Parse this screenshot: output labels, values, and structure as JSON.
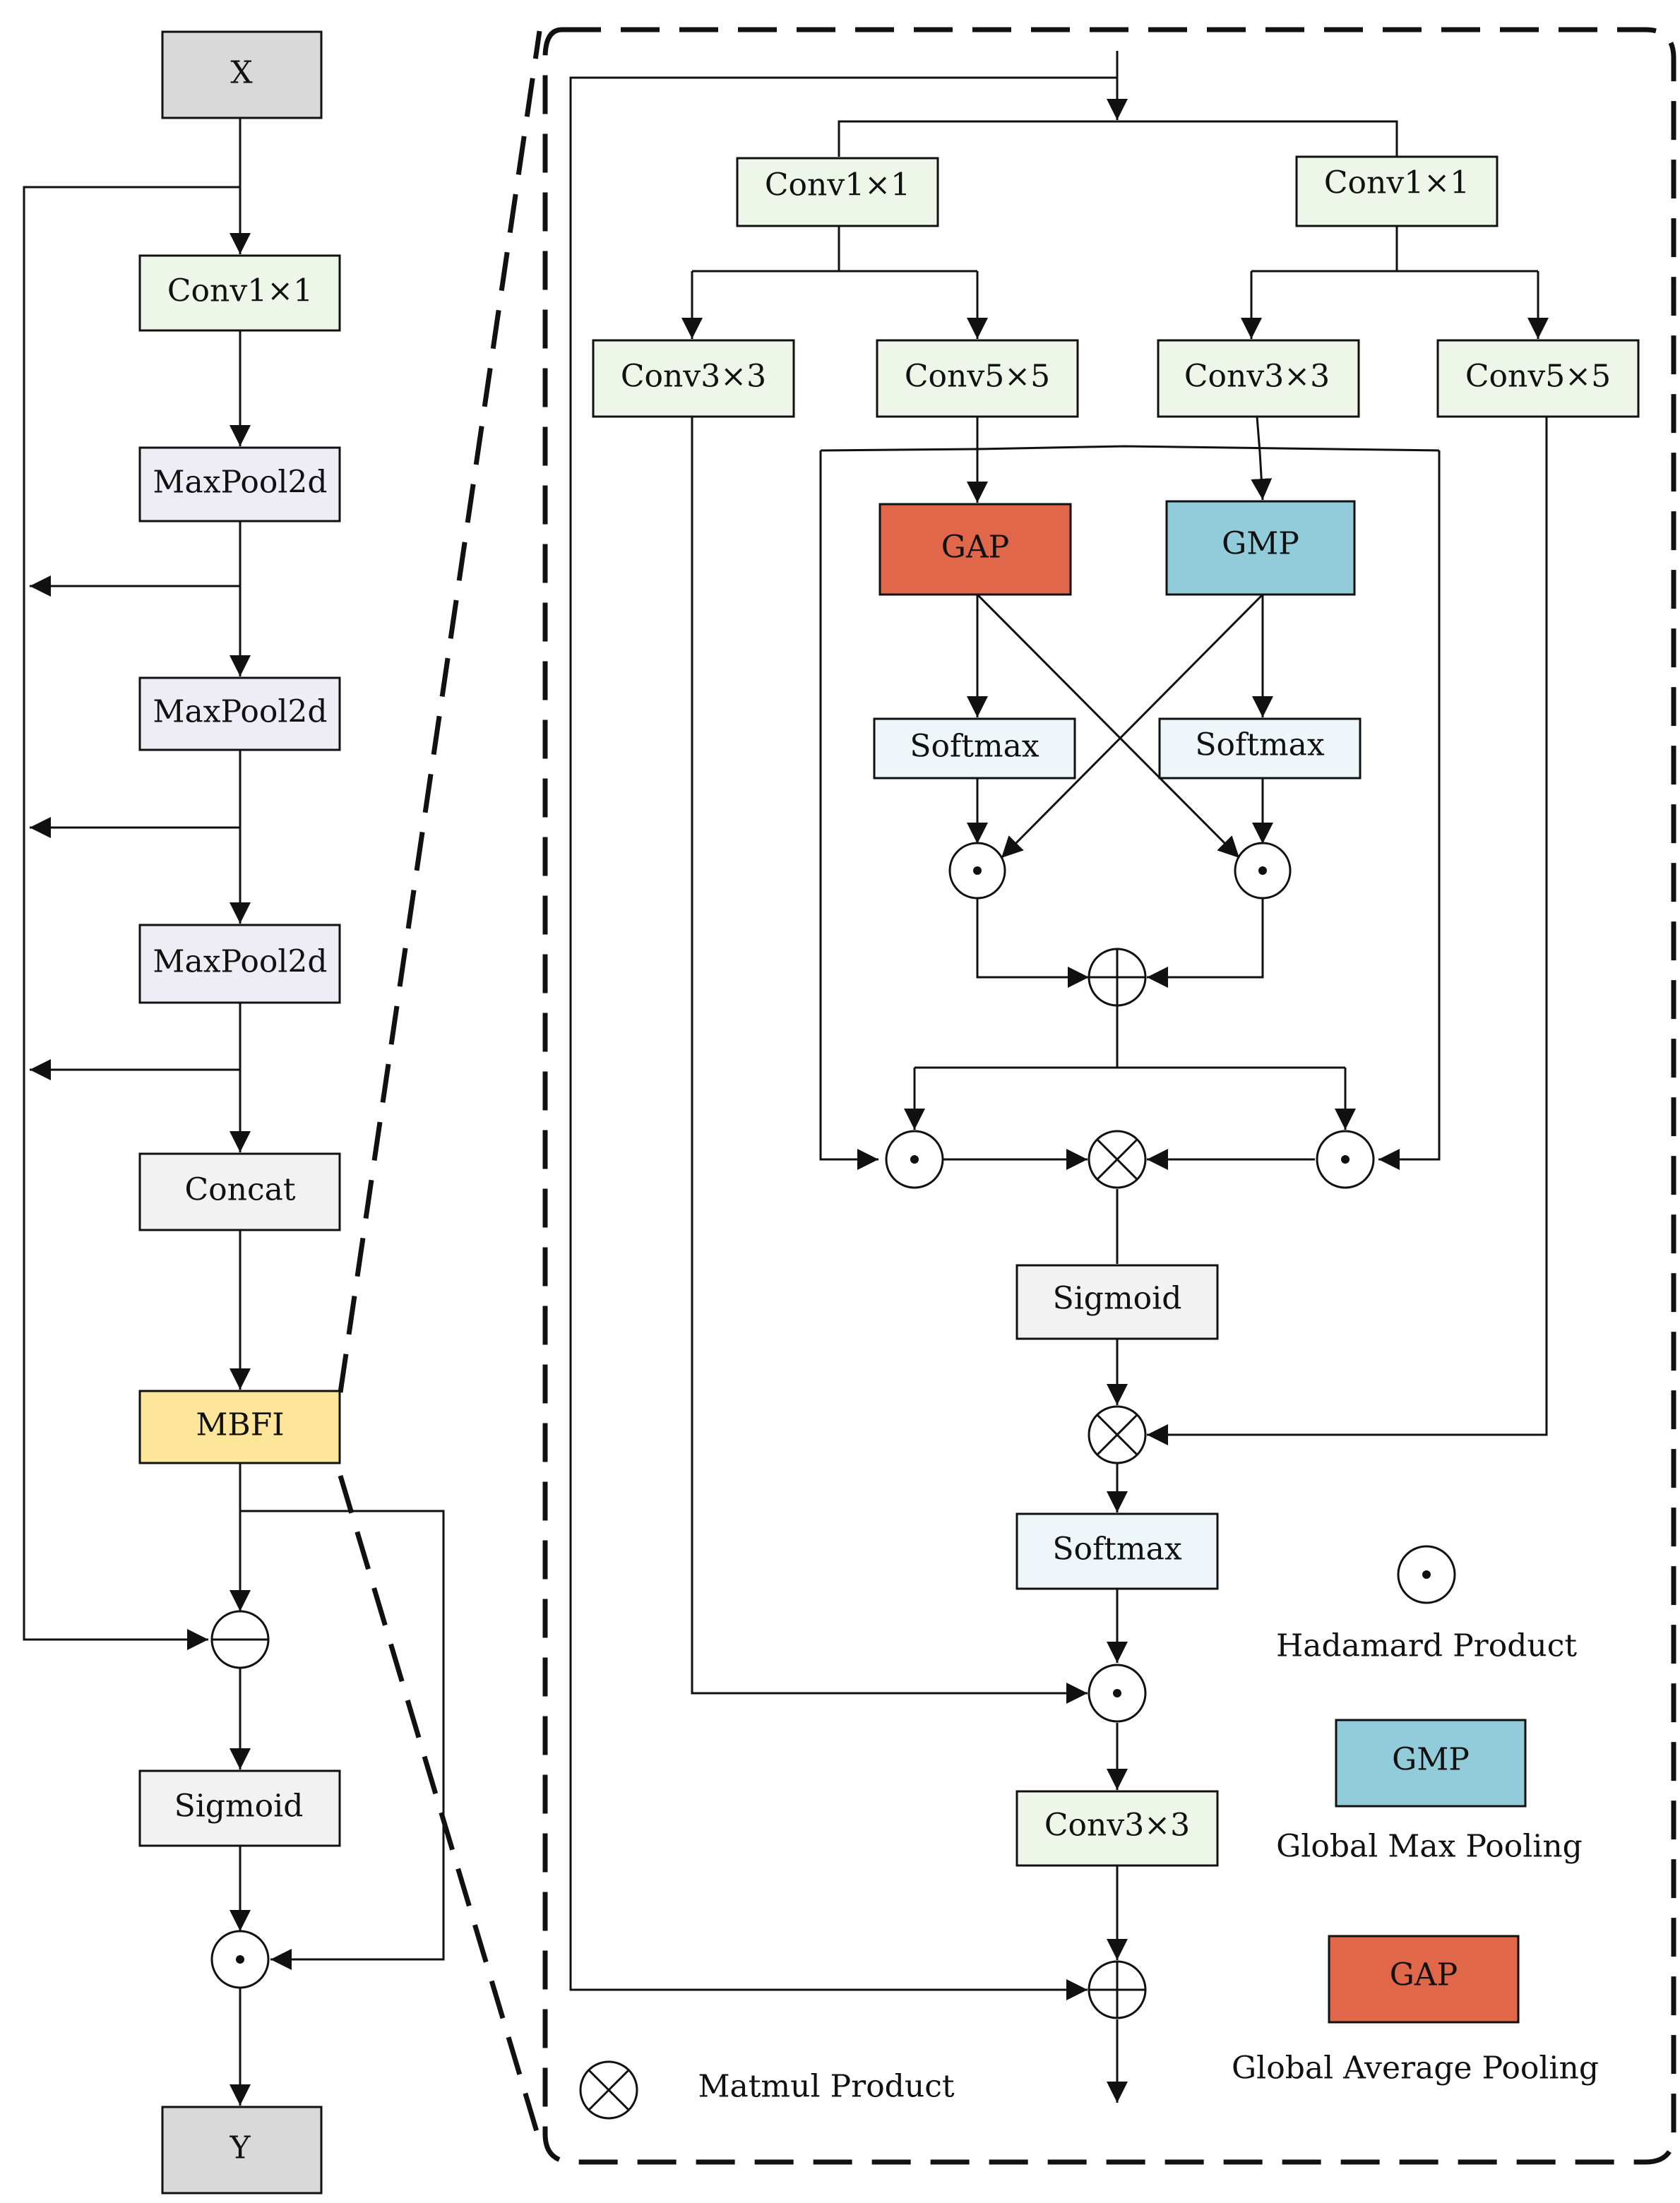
{
  "colors": {
    "gray": "#d9d9d9",
    "green": "#eef6e9",
    "lavender": "#eeedf6",
    "light_gray": "#f2f2f2",
    "yellow": "#fde699",
    "red": "#e0674a",
    "blue": "#92cbd9",
    "softmax": "#eef6f9",
    "stroke": "#111111"
  },
  "left": {
    "x": "X",
    "conv1": "Conv1×1",
    "maxpool1": "MaxPool2d",
    "maxpool2": "MaxPool2d",
    "maxpool3": "MaxPool2d",
    "concat": "Concat",
    "mbfi": "MBFI",
    "sigmoid": "Sigmoid",
    "y": "Y"
  },
  "mbfi": {
    "conv1_a": "Conv1×1",
    "conv1_b": "Conv1×1",
    "conv3_a": "Conv3×3",
    "conv5_a": "Conv5×5",
    "conv3_b": "Conv3×3",
    "conv5_b": "Conv5×5",
    "gap": "GAP",
    "gmp": "GMP",
    "softmax_a": "Softmax",
    "softmax_b": "Softmax",
    "sigmoid": "Sigmoid",
    "softmax_c": "Softmax",
    "conv3_out": "Conv3×3"
  },
  "legend": {
    "hadamard": "Hadamard Product",
    "gmp_box": "GMP",
    "gmp": "Global Max Pooling",
    "gap_box": "GAP",
    "gap": "Global Average Pooling",
    "matmul": "Matmul Product"
  },
  "icons": {
    "hadamard": "hadamard-product-icon",
    "add": "add-icon",
    "subtract": "subtract-icon",
    "matmul": "matmul-product-icon"
  }
}
